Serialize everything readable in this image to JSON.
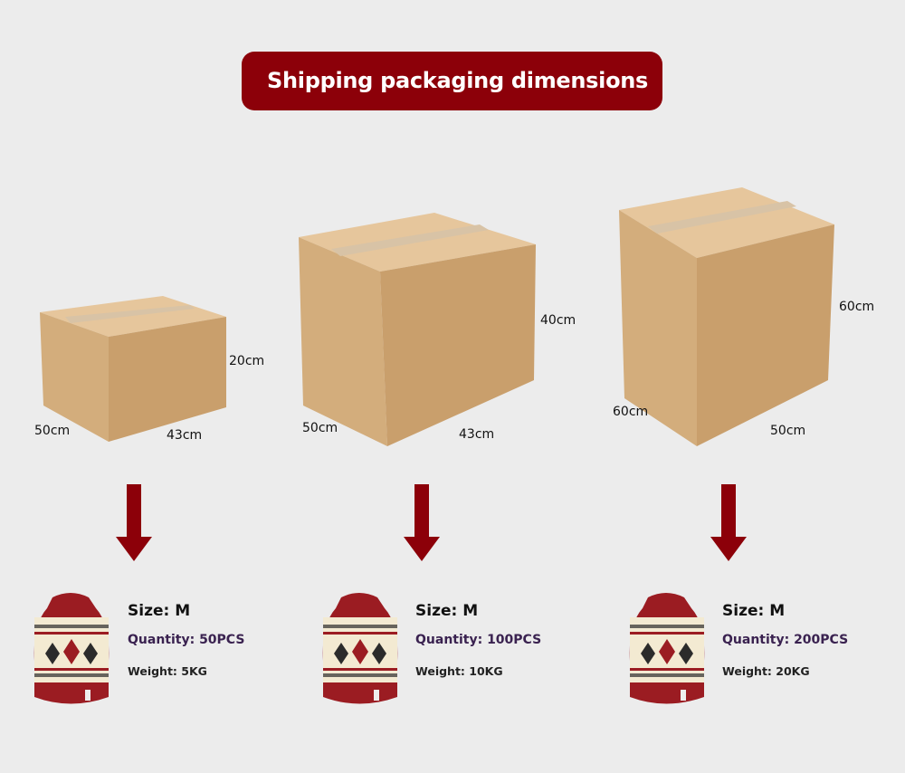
{
  "title": "Shipping packaging dimensions",
  "colors": {
    "accent": "#8c0009",
    "box": "#d9b485",
    "background": "#ececec"
  },
  "boxes": [
    {
      "height": "20cm",
      "depth": "50cm",
      "width": "43cm",
      "size": "Size: M",
      "quantity": "Quantity: 50PCS",
      "weight": "Weight: 5KG"
    },
    {
      "height": "40cm",
      "depth": "50cm",
      "width": "43cm",
      "size": "Size: M",
      "quantity": "Quantity: 100PCS",
      "weight": "Weight: 10KG"
    },
    {
      "height": "60cm",
      "depth": "60cm",
      "width": "50cm",
      "size": "Size: M",
      "quantity": "Quantity: 200PCS",
      "weight": "Weight: 20KG"
    }
  ]
}
